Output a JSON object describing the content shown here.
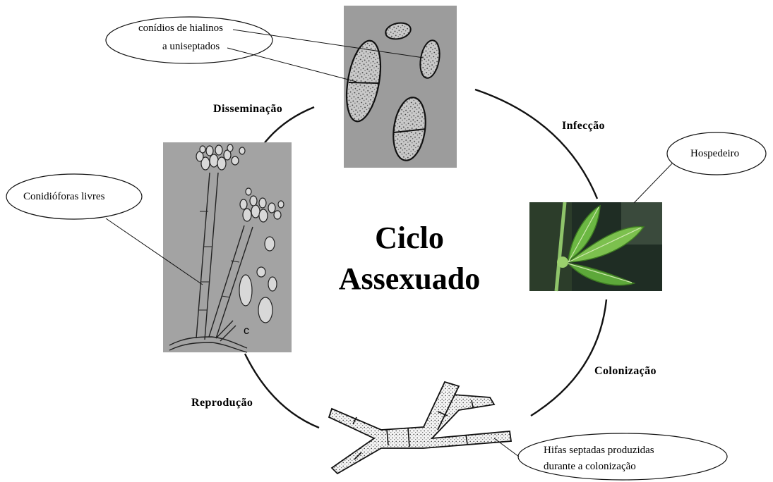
{
  "title": {
    "line1": "Ciclo",
    "line2": "Assexuado"
  },
  "stages": {
    "dissemination": "Disseminação",
    "infection": "Infecção",
    "colonization": "Colonização",
    "reproduction": "Reprodução"
  },
  "callouts": {
    "conidia_line1": "conídios de hialinos",
    "conidia_line2": "a uniseptados",
    "host": "Hospedeiro",
    "conidiophores": "Conidióforas livres",
    "hyphae_line1": "Hifas septadas produzidas",
    "hyphae_line2": "durante a colonização"
  },
  "panel_letters": {
    "conidiophore_panel": "c"
  },
  "colors": {
    "line": "#111111",
    "micrograph_gray": "#9a9a9a",
    "leaf_green": "#5fa83a",
    "background_dark": "#1f2d24"
  },
  "icons": {
    "conidia": "conidia-micrograph",
    "host_plant": "leaf-photo",
    "conidiophores": "conidiophore-drawing",
    "hyphae": "septate-hyphae-drawing"
  }
}
